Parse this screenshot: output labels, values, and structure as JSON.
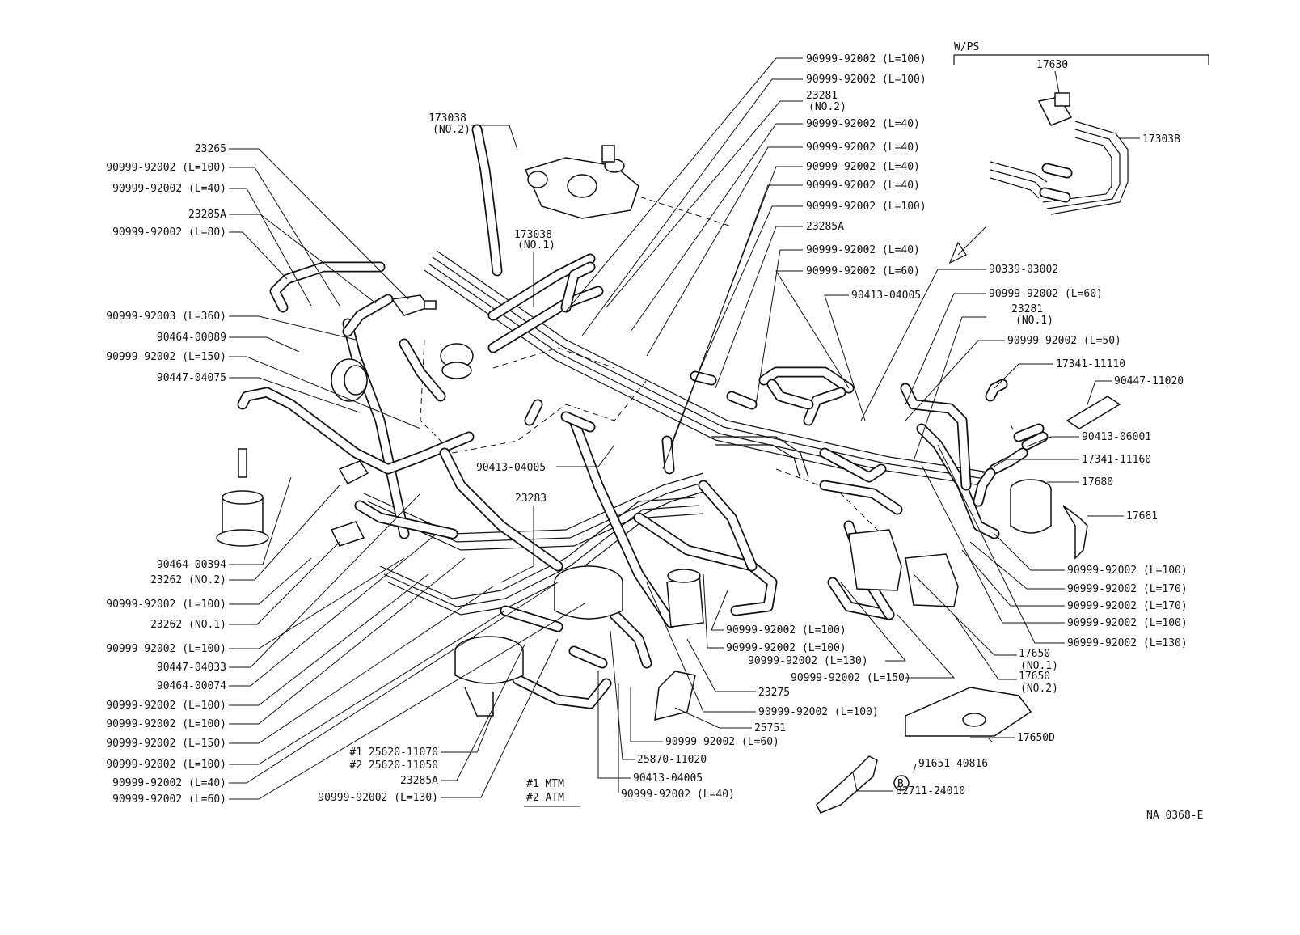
{
  "figure_code": "NA 0368-E",
  "inset": {
    "title": "W/PS",
    "part_17630": "17630",
    "part_17303B": "17303B"
  },
  "trans_legend": {
    "mtm": "#1 MTM",
    "atm": "#2 ATM"
  },
  "bolt_mark": "B",
  "labels": {
    "l_173038_no2_a": "173038",
    "l_173038_no2_b": "(NO.2)",
    "l_23265": "23265",
    "l_hose_100_a": "90999-92002 (L=100)",
    "l_hose_40_a": "90999-92002 (L=40)",
    "l_23285a_a": "23285A",
    "l_hose_80": "90999-92002 (L=80)",
    "l_hose_360": "90999-92003 (L=360)",
    "l_90464_00089": "90464-00089",
    "l_hose_150_a": "90999-92002 (L=150)",
    "l_90447_04075": "90447-04075",
    "l_90464_00394": "90464-00394",
    "l_23262_no2": "23262 (NO.2)",
    "l_hose_100_b": "90999-92002 (L=100)",
    "l_23262_no1": "23262 (NO.1)",
    "l_hose_100_c": "90999-92002 (L=100)",
    "l_90447_04033": "90447-04033",
    "l_90464_00074": "90464-00074",
    "l_hose_100_d": "90999-92002 (L=100)",
    "l_hose_100_e": "90999-92002 (L=100)",
    "l_hose_150_b": "90999-92002 (L=150)",
    "l_hose_100_f": "90999-92002 (L=100)",
    "l_hose_40_b": "90999-92002 (L=40)",
    "l_hose_60_a": "90999-92002 (L=60)",
    "l_173038_no1_a": "173038",
    "l_173038_no1_b": "(NO.1)",
    "l_23283": "23283",
    "l_90413_04005_a": "90413-04005",
    "l_25620_a": "#1 25620-11070",
    "l_25620_b": "#2 25620-11050",
    "l_23285a_b": "23285A",
    "l_hose_130_a": "90999-92002 (L=130)",
    "l_90413_04005_b": "90413-04005",
    "l_hose_40_c": "90999-92002 (L=40)",
    "l_25870": "25870-11020",
    "l_hose_60_b": "90999-92002 (L=60)",
    "l_25751": "25751",
    "l_hose_100_g": "90999-92002 (L=100)",
    "l_23275": "23275",
    "l_hose_100_h": "90999-92002 (L=100)",
    "l_hose_100_i": "90999-92002 (L=100)",
    "l_hose_130_b": "90999-92002 (L=130)",
    "l_hose_150_c": "90999-92002 (L=150)",
    "r_hose_100_a": "90999-92002 (L=100)",
    "r_hose_100_b": "90999-92002 (L=100)",
    "r_23281_no2_a": "23281",
    "r_23281_no2_b": "(NO.2)",
    "r_hose_40_a": "90999-92002 (L=40)",
    "r_hose_40_b": "90999-92002 (L=40)",
    "r_hose_40_c": "90999-92002 (L=40)",
    "r_hose_40_d": "90999-92002 (L=40)",
    "r_hose_100_c": "90999-92002 (L=100)",
    "r_23285a": "23285A",
    "r_hose_40_e": "90999-92002 (L=40)",
    "r_hose_60_a": "90999-92002 (L=60)",
    "r_90339": "90339-03002",
    "r_90413_04005": "90413-04005",
    "r_hose_60_b": "90999-92002 (L=60)",
    "r_23281_no1_a": "23281",
    "r_23281_no1_b": "(NO.1)",
    "r_hose_50": "90999-92002 (L=50)",
    "r_17341_11110": "17341-11110",
    "r_90447_11020": "90447-11020",
    "r_90413_06001": "90413-06001",
    "r_17341_11160": "17341-11160",
    "r_17680": "17680",
    "r_17681": "17681",
    "r_hose_100_d": "90999-92002 (L=100)",
    "r_hose_170_a": "90999-92002 (L=170)",
    "r_hose_170_b": "90999-92002 (L=170)",
    "r_hose_100_e": "90999-92002 (L=100)",
    "r_hose_130": "90999-92002 (L=130)",
    "r_17650_no1_a": "17650",
    "r_17650_no1_b": "(NO.1)",
    "r_17650_no2_a": "17650",
    "r_17650_no2_b": "(NO.2)",
    "r_17650d": "17650D",
    "r_91651": "91651-40816",
    "r_82711": "82711-24010"
  }
}
